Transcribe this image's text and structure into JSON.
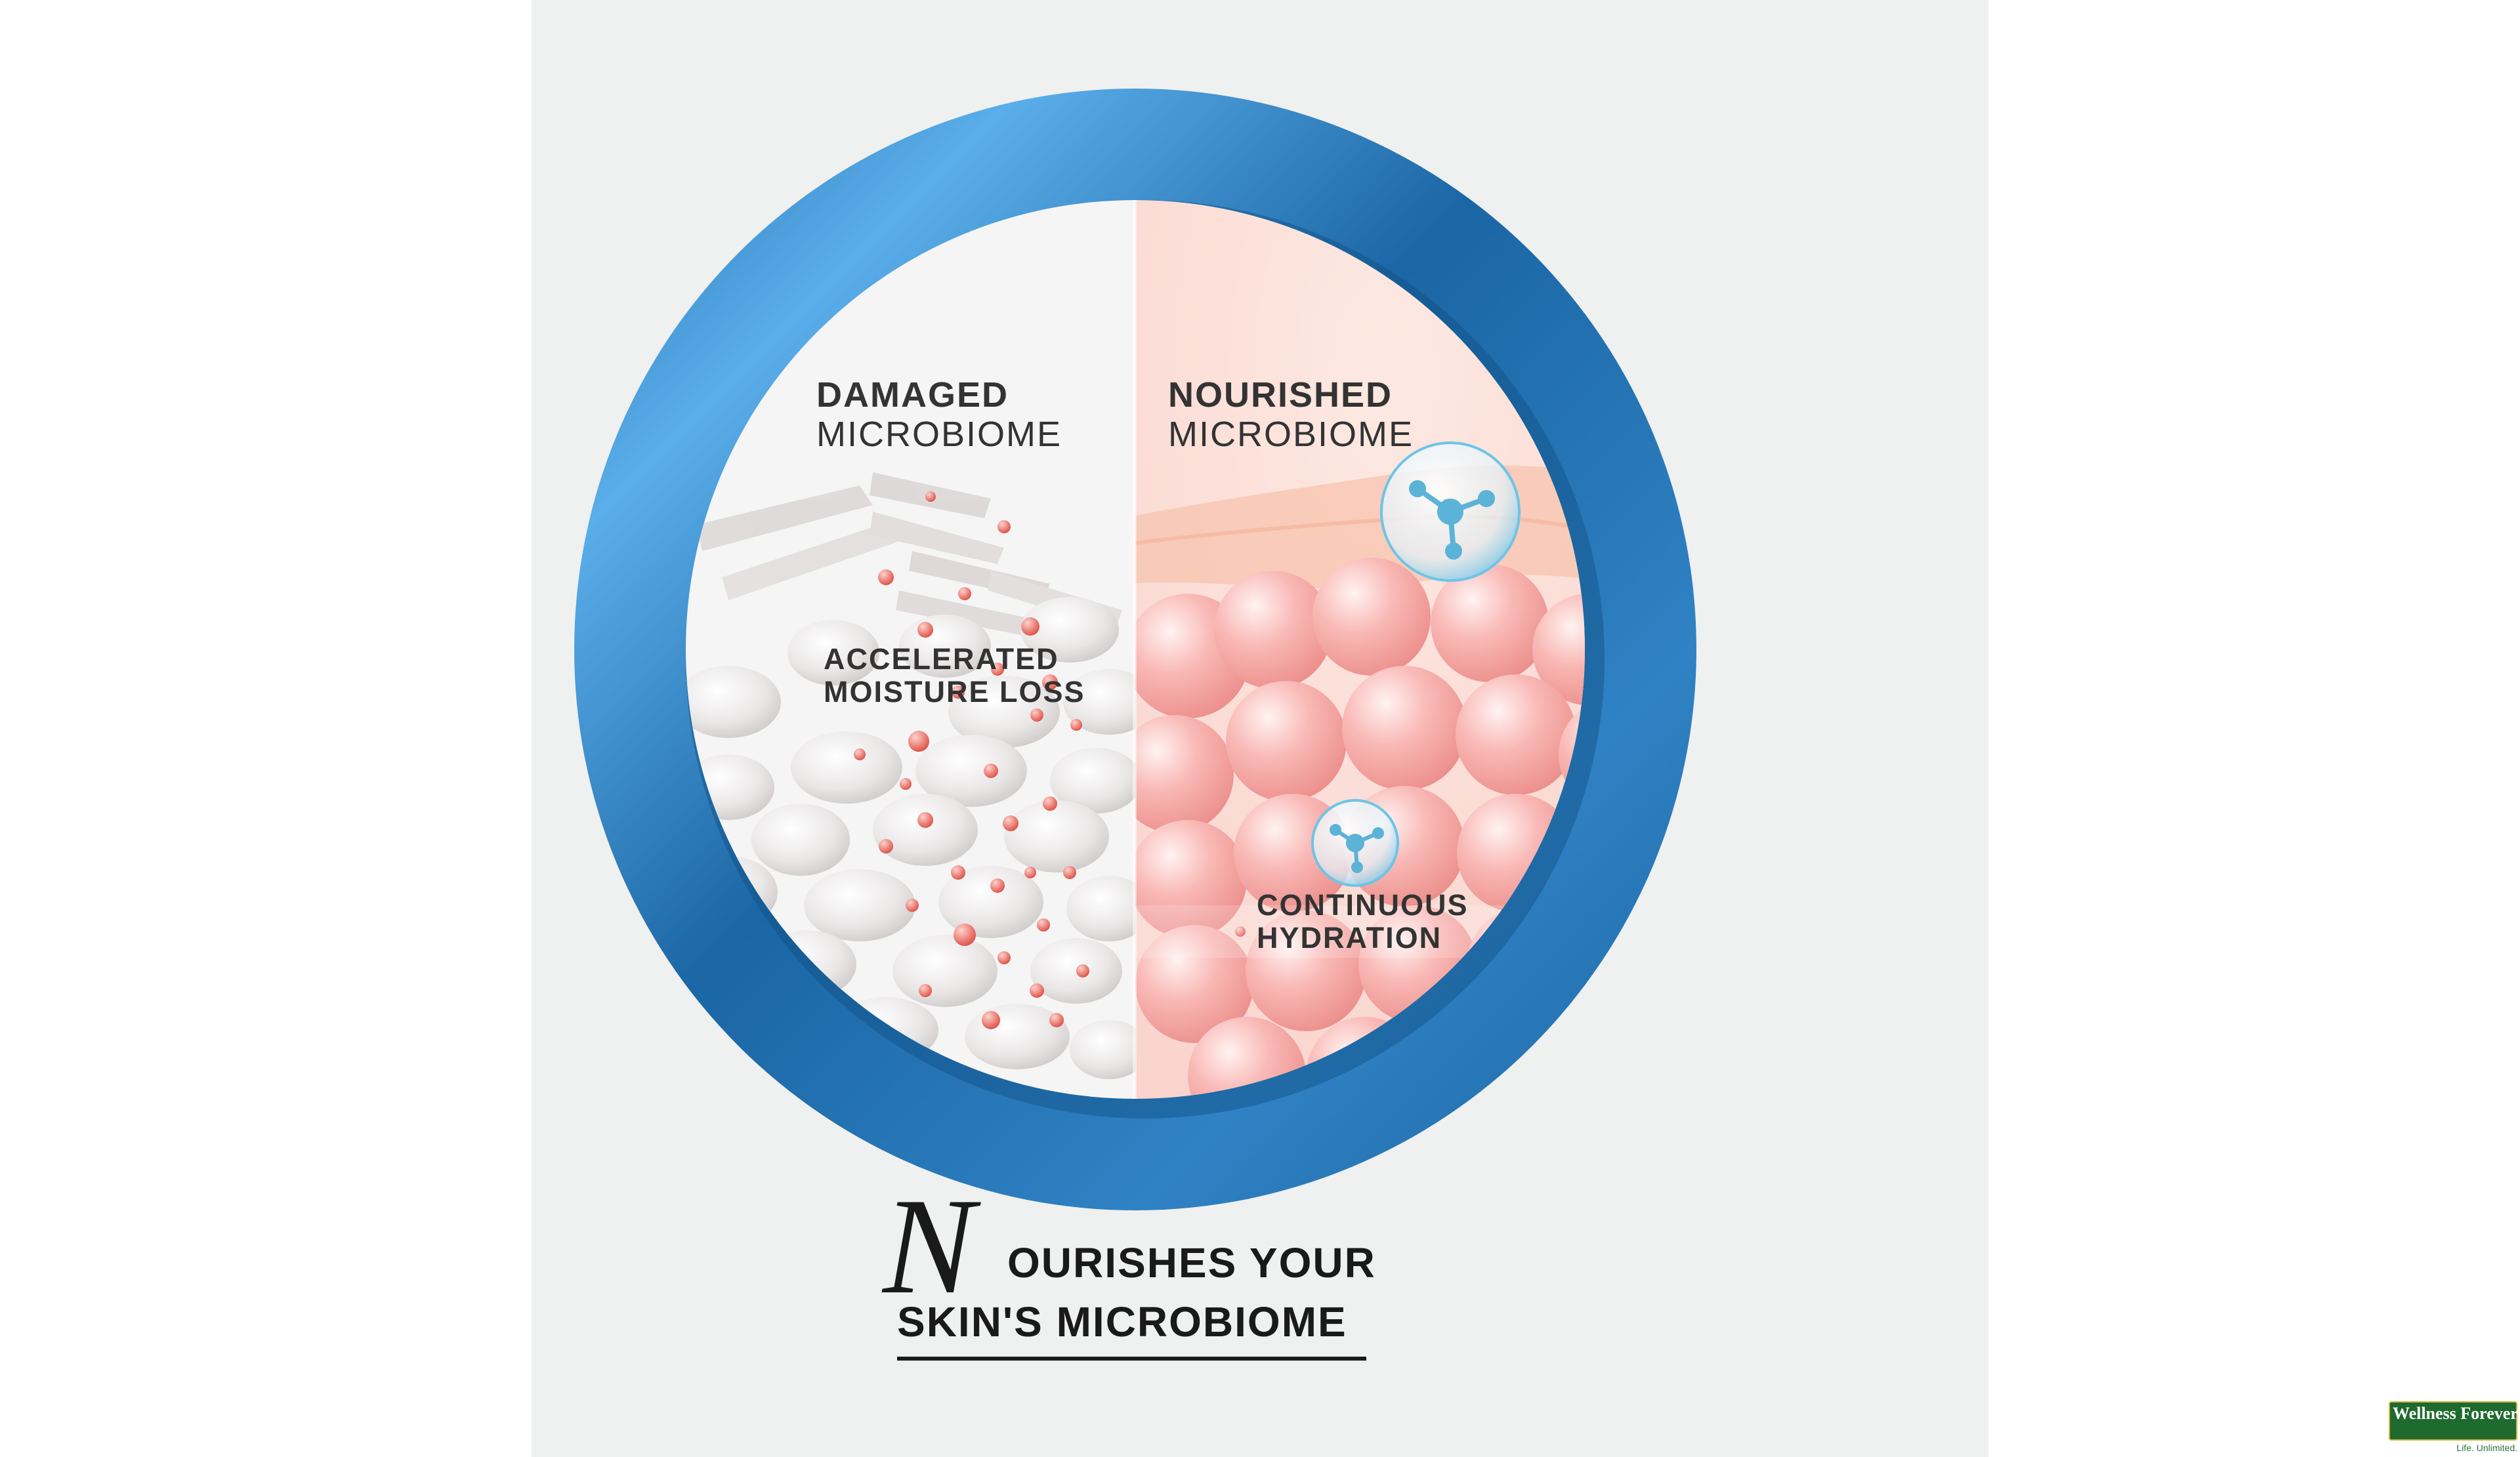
{
  "left_panel": {
    "heading_bold": "DAMAGED",
    "heading_regular": "MICROBIOME",
    "callout_line1": "ACCELERATED",
    "callout_line2": "MOISTURE LOSS"
  },
  "right_panel": {
    "heading_bold": "NOURISHED",
    "heading_regular": "MICROBIOME",
    "callout_line1": "CONTINUOUS",
    "callout_line2": "HYDRATION"
  },
  "headline": {
    "dropcap": "N",
    "line1": "OURISHES YOUR",
    "line2": "SKIN'S MICROBIOME"
  },
  "logo": {
    "brand": "Wellness Forever",
    "tagline": "Life. Unlimited."
  },
  "colors": {
    "ring_blue": "#1f6fae",
    "ring_highlight": "#5aaeea",
    "background": "#eff0f0",
    "cell_pink": "#f4a7a6",
    "droplet_red": "#e8685e"
  }
}
